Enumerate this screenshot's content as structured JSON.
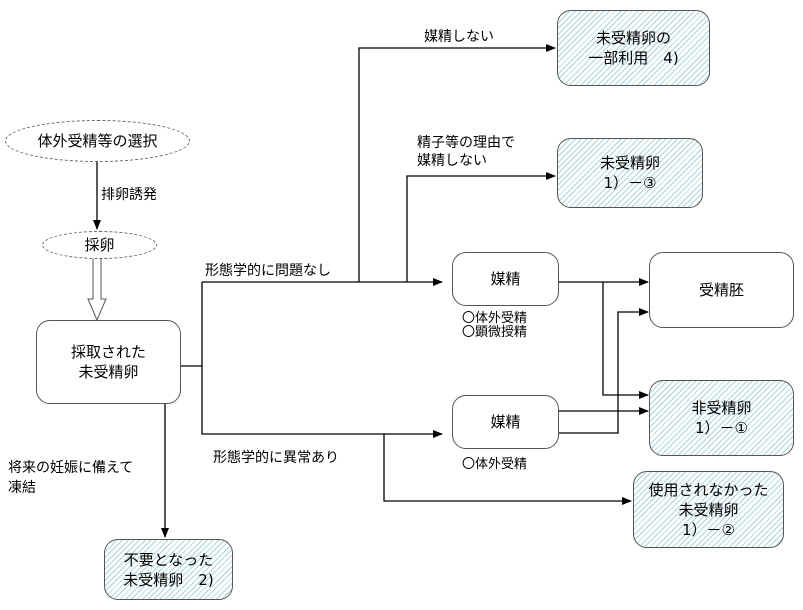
{
  "diagram": {
    "nodes": {
      "ivf_selection": {
        "lines": [
          "体外受精等の選択"
        ]
      },
      "egg_retrieval": {
        "lines": [
          "採卵"
        ]
      },
      "retrieved_eggs": {
        "lines": [
          "採取された",
          "未受精卵"
        ]
      },
      "partial_use": {
        "lines": [
          "未受精卵の",
          "一部利用　4)"
        ]
      },
      "unfertilized_3": {
        "lines": [
          "未受精卵",
          "1）－③"
        ]
      },
      "insemination_normal": {
        "lines": [
          "媒精"
        ]
      },
      "insemination_abnormal": {
        "lines": [
          "媒精"
        ]
      },
      "fertilized_embryo": {
        "lines": [
          "受精胚"
        ]
      },
      "non_fertilized_1": {
        "lines": [
          "非受精卵",
          "1）－①"
        ]
      },
      "unused_2": {
        "lines": [
          "使用されなかった",
          "未受精卵",
          "1）－②"
        ]
      },
      "unneeded_frozen": {
        "lines": [
          "不要となった",
          "未受精卵　2)"
        ]
      }
    },
    "labels": {
      "ovulation_induction": "排卵誘発",
      "no_insemination": "媒精しない",
      "sperm_reason": [
        "精子等の理由で",
        "媒精しない"
      ],
      "morph_ok": "形態学的に問題なし",
      "morph_abnormal": "形態学的に異常あり",
      "freeze_future": [
        "将来の妊娠に備えて",
        "凍結"
      ],
      "methods_normal": [
        "〇体外受精",
        "〇顕微授精"
      ],
      "methods_abnormal": [
        "〇体外受精"
      ]
    },
    "colors": {
      "line": "#000000",
      "box_border": "#555555",
      "hatch": "#a9d6d8"
    }
  }
}
